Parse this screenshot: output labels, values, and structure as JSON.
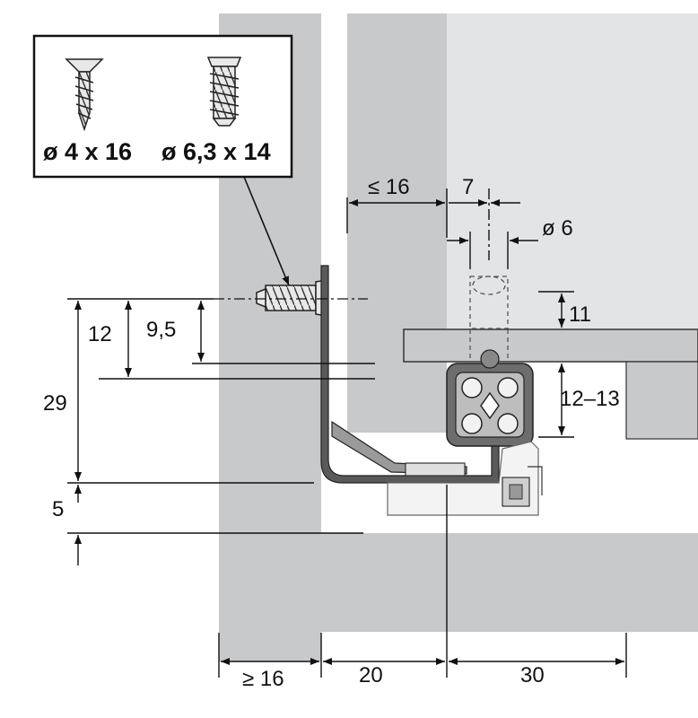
{
  "screw_box": {
    "screw_1_label": "ø 4 x 16",
    "screw_2_label": "ø 6,3 x 14"
  },
  "dimensions": {
    "max_16": "≤ 16",
    "d7": "7",
    "dia6": "ø 6",
    "d11": "11",
    "d12_13": "12–13",
    "d12": "12",
    "d9_5": "9,5",
    "d29": "29",
    "d5": "5",
    "min_16": "≥ 16",
    "d20": "20",
    "d30": "30"
  },
  "colors": {
    "panel": "#c8c9cb",
    "panel_dark": "#b9babc",
    "drawer_side": "#dcdddf",
    "bottom": "#d2d3d5",
    "rail": "#4a4a4a",
    "line": "#111111"
  }
}
